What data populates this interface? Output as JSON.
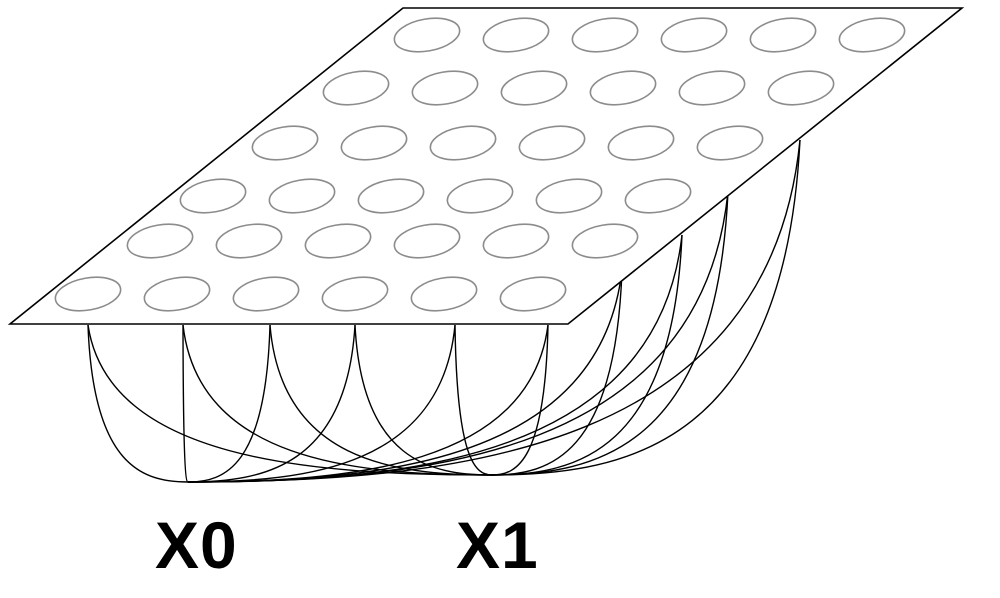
{
  "inputs": [
    {
      "label": "X0"
    },
    {
      "label": "X1"
    }
  ],
  "map": {
    "rows": 6,
    "columns": 6
  },
  "colors": {
    "outline": "#000000",
    "neuron": "#8c8c8c",
    "background": "#ffffff"
  }
}
